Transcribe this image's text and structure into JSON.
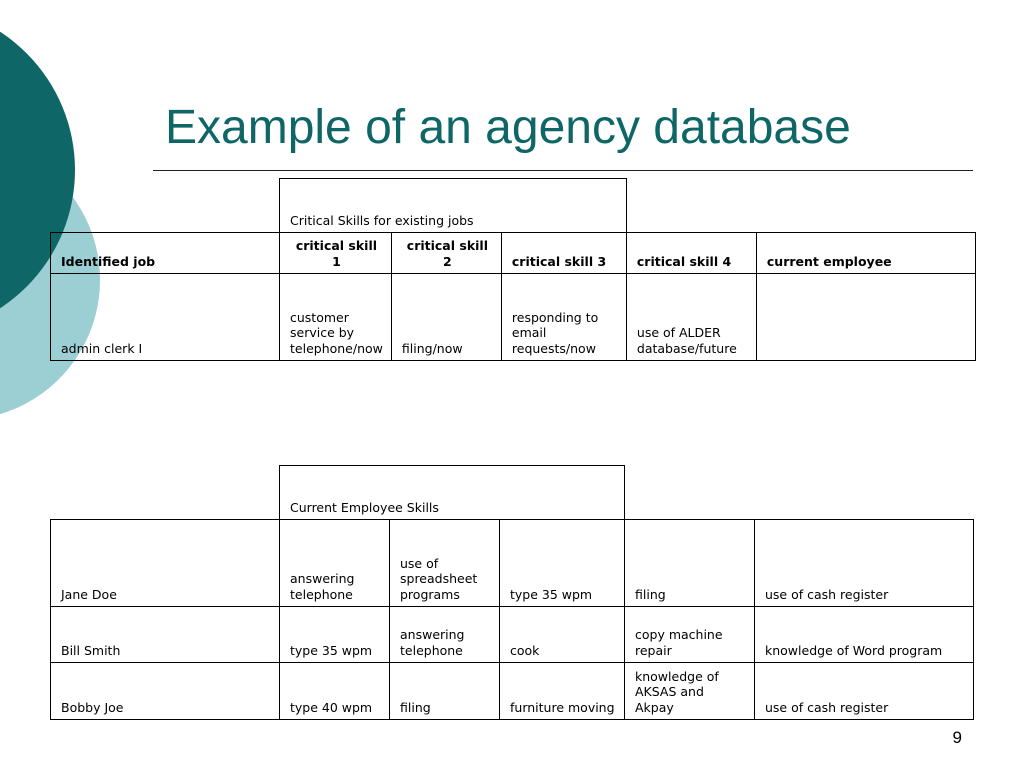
{
  "title": "Example of an agency database",
  "page_number": "9",
  "critical_table": {
    "caption": "Critical Skills for existing jobs",
    "headers": [
      "Identified job",
      "critical skill 1",
      "critical skill 2",
      "critical skill 3",
      "critical skill 4",
      "current employee"
    ],
    "rows": [
      [
        "admin clerk I",
        "customer service by telephone/now",
        "filing/now",
        "responding to email requests/now",
        "use of ALDER database/future",
        ""
      ]
    ]
  },
  "employee_table": {
    "caption": "Current Employee Skills",
    "rows": [
      [
        "Jane Doe",
        "answering telephone",
        "use of spreadsheet programs",
        "type 35 wpm",
        "filing",
        "use of cash register"
      ],
      [
        "Bill Smith",
        "type 35 wpm",
        "answering telephone",
        "cook",
        "copy machine repair",
        "knowledge of Word program"
      ],
      [
        "Bobby Joe",
        "type 40 wpm",
        "filing",
        "furniture moving",
        "knowledge of AKSAS and Akpay",
        "use of cash register"
      ]
    ]
  },
  "colors": {
    "title": "#0e6766",
    "circle_dark": "#0e6766",
    "circle_light": "#9ccfd3"
  }
}
